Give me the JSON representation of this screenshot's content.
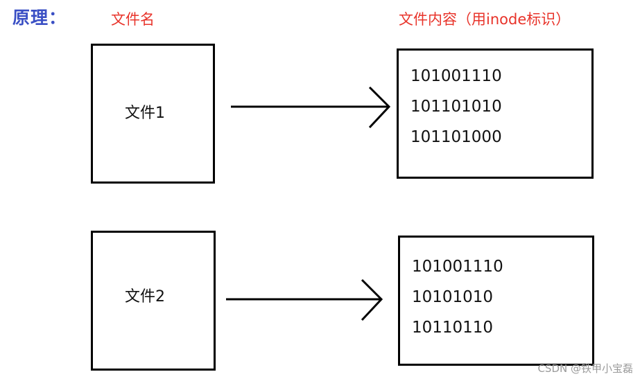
{
  "heading": "原理：",
  "labels": {
    "filename": "文件名",
    "content": "文件内容（用inode标识）"
  },
  "files": [
    {
      "name": "文件1",
      "content": [
        "101001110",
        "101101010",
        "101101000"
      ]
    },
    {
      "name": "文件2",
      "content": [
        "101001110",
        "10101010",
        "10110110"
      ]
    }
  ],
  "watermark": "CSDN @铁甲小宝磊",
  "colors": {
    "heading": "#3a4fc4",
    "labels": "#e8332a",
    "stroke": "#000000"
  }
}
